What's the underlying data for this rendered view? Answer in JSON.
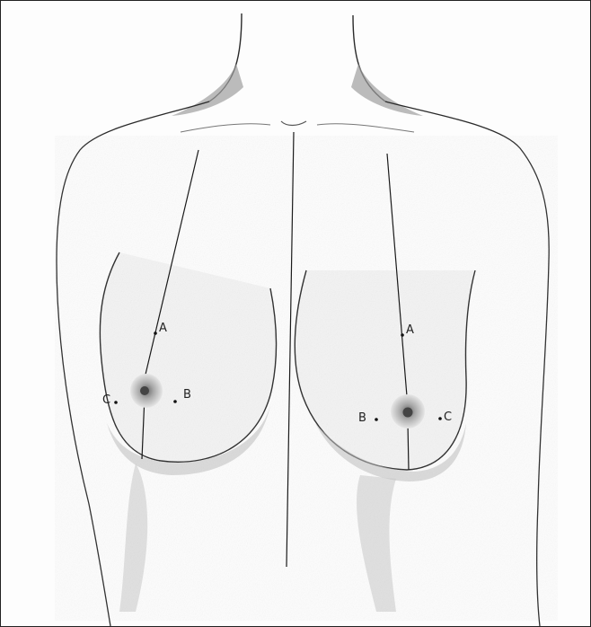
{
  "figure": {
    "line_color": "#1a1a1a",
    "shade_color": "#bdbdbd",
    "labels": {
      "left_A": "A",
      "left_B": "B",
      "left_C": "C",
      "right_A": "A",
      "right_B": "B",
      "right_C": "C"
    }
  }
}
